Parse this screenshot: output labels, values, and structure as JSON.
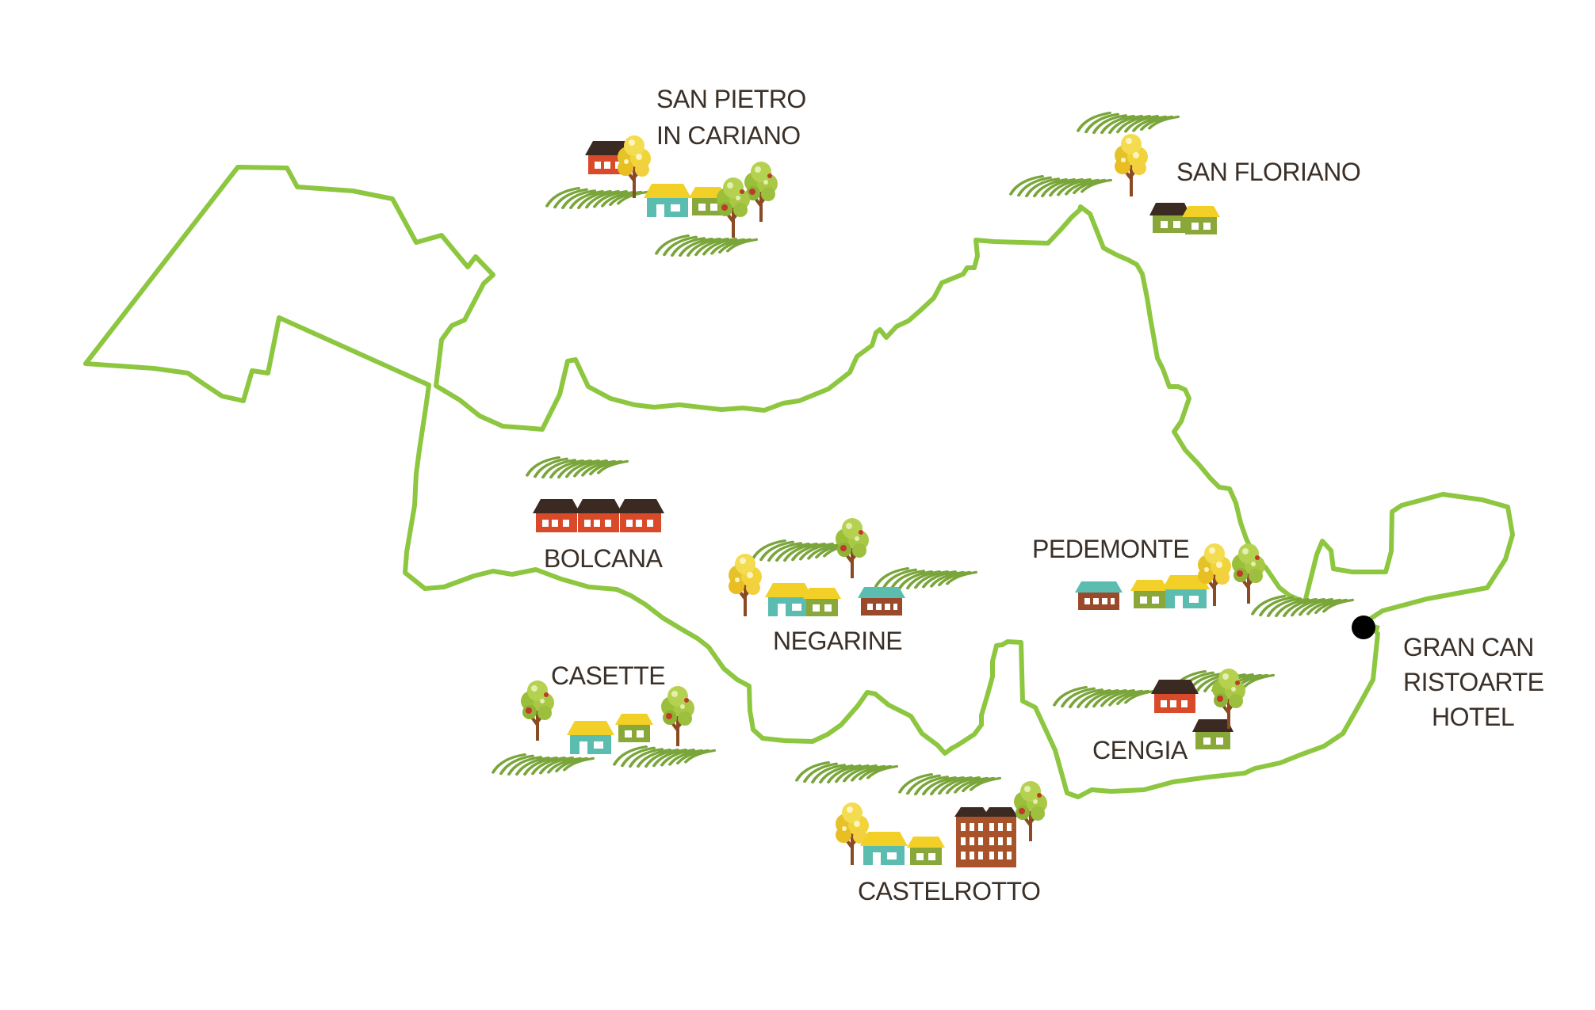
{
  "map": {
    "route_color": "#8dc63f",
    "field_color": "#7aa53a",
    "label_color": "#3a3028",
    "marker_color": "#000000",
    "places": {
      "san_pietro": {
        "line1": "SAN PIETRO",
        "line2": "IN CARIANO"
      },
      "san_floriano": {
        "name": "SAN FLORIANO"
      },
      "bolcana": {
        "name": "BOLCANA"
      },
      "negarine": {
        "name": "NEGARINE"
      },
      "pedemonte": {
        "name": "PEDEMONTE"
      },
      "casette": {
        "name": "CASETTE"
      },
      "cengia": {
        "name": "CENGIA"
      },
      "castelrotto": {
        "name": "CASTELROTTO"
      },
      "gran_can": {
        "line1": "GRAN CAN",
        "line2": "RISTOARTE",
        "line3": "HOTEL"
      }
    },
    "icons": [
      "house-icon",
      "tree-icon",
      "vineyard-icon",
      "location-marker-icon"
    ]
  }
}
